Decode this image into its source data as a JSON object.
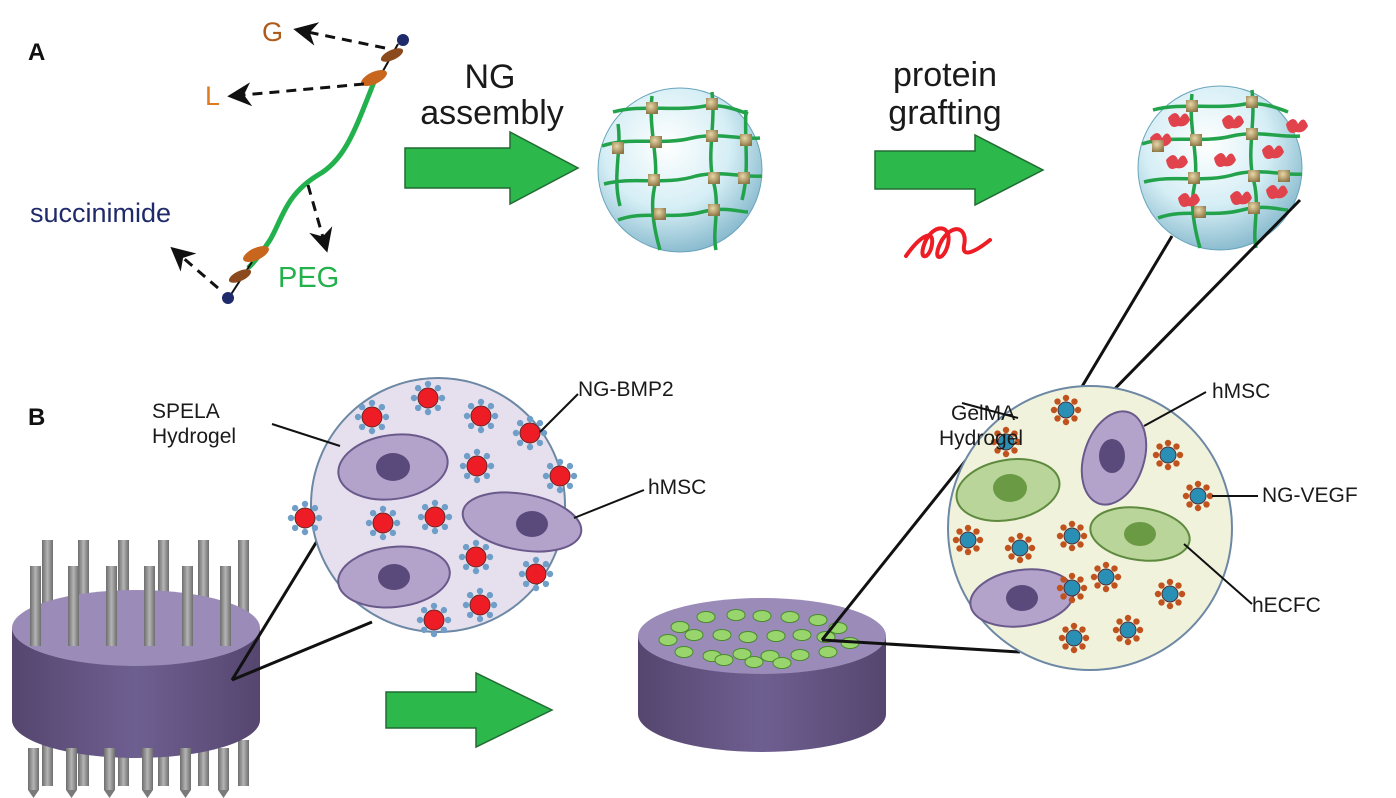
{
  "panels": {
    "a": "A",
    "b": "B"
  },
  "molecule": {
    "g_label": "G",
    "l_label": "L",
    "succinimide_label": "succinimide",
    "peg_label": "PEG"
  },
  "steps": {
    "assembly_line1": "NG",
    "assembly_line2": "assembly",
    "grafting_line1": "protein",
    "grafting_line2": "grafting"
  },
  "spela_callouts": {
    "hydrogel_line1": "SPELA",
    "hydrogel_line2": "Hydrogel",
    "nanogel": "NG-BMP2",
    "cell": "hMSC"
  },
  "gelma_callouts": {
    "hydrogel_line1": "GelMA",
    "hydrogel_line2": "Hydrogel",
    "cell_msc": "hMSC",
    "nanogel": "NG-VEGF",
    "cell_ecfc": "hECFC"
  },
  "colors": {
    "arrow_green": "#2db84b",
    "peg_green": "#22b14c",
    "linker_orange": "#c8661e",
    "succinimide_navy": "#1f2a6b",
    "bmp2_red": "#ee1c24",
    "vegf_teal": "#2a8fb5",
    "purple_cell": "#b3a2c9",
    "green_cell": "#b9d59a",
    "scaffold_purple": "#6a5a8c",
    "pin_gray": "#8a8a8a"
  }
}
